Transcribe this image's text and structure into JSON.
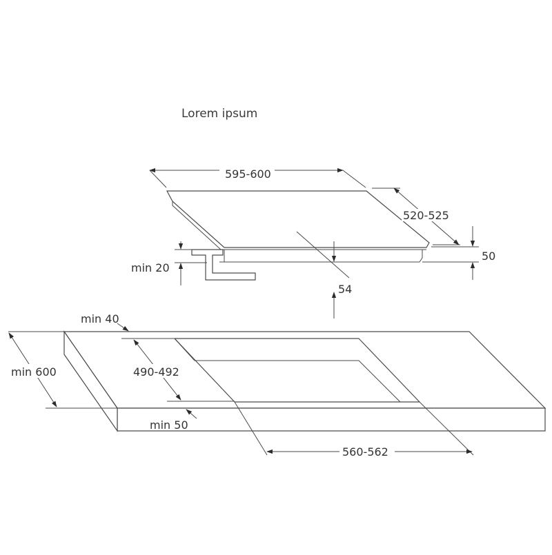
{
  "title": "Lorem ipsum",
  "labels": {
    "hob_width": "595-600",
    "hob_depth": "520-525",
    "hob_height": "50",
    "min_bracket": "min 20",
    "insert_depth": "54",
    "min_back": "min 40",
    "cutout_depth": "490-492",
    "worktop_depth": "min 600",
    "min_front": "min 50",
    "cutout_width": "560-562"
  },
  "colors": {
    "line": "#4a4a4a",
    "text": "#333333",
    "background": "#ffffff"
  }
}
